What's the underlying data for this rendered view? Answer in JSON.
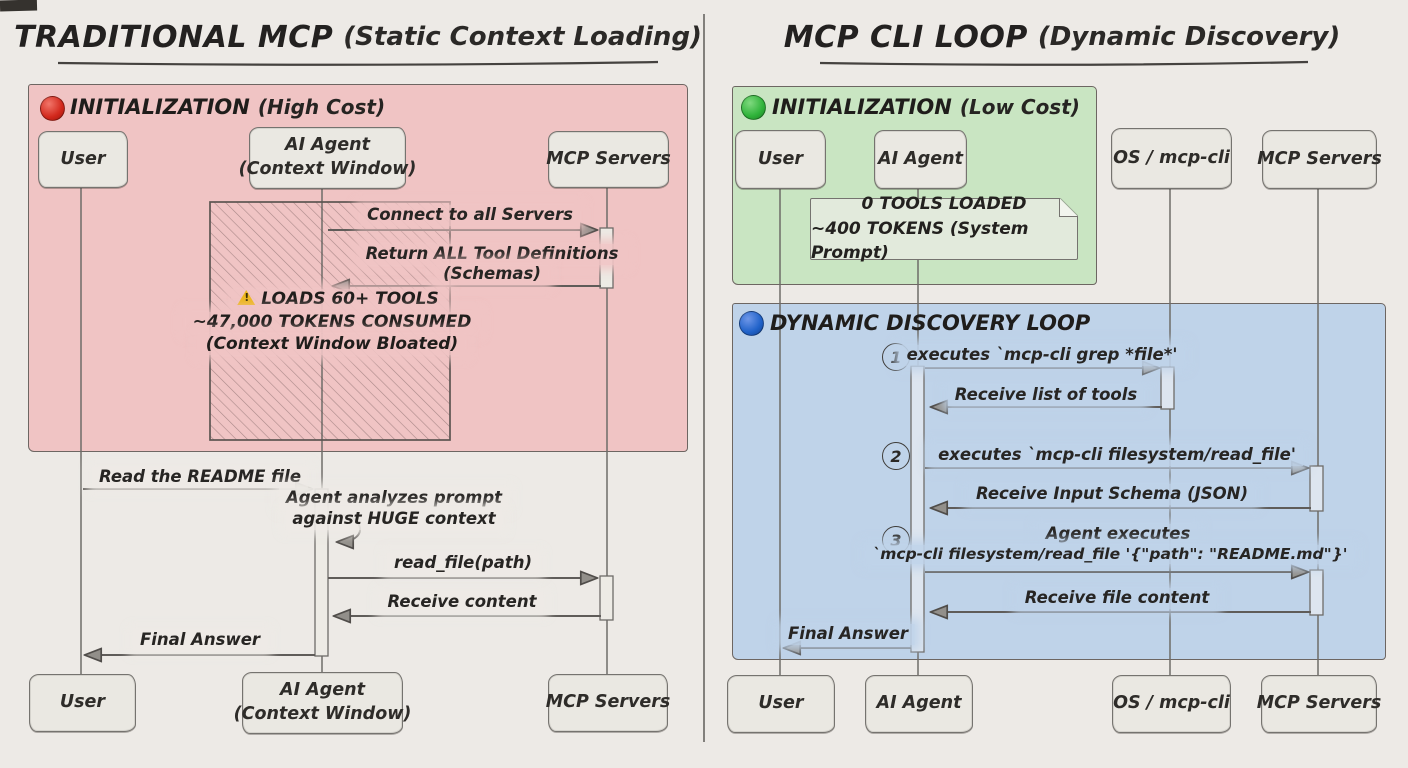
{
  "colors": {
    "page_bg": "#edeae6",
    "pink_region": "#f0c4c4",
    "green_region": "#c9e5c2",
    "blue_region": "#bfd3e9",
    "red_status": "#d2281c",
    "green_status": "#2fb33a",
    "blue_status": "#2062c9",
    "warning_yellow": "#edb71e",
    "ink": "#3c3a37"
  },
  "left": {
    "title": "TRADITIONAL MCP",
    "subtitle": "(Static Context Loading)",
    "init": {
      "label": "INITIALIZATION",
      "cost": "(High Cost)",
      "status_icon": "red-circle-icon"
    },
    "actors": {
      "user": "User",
      "agent_l1": "AI Agent",
      "agent_l2": "(Context Window)",
      "servers": "MCP Servers"
    },
    "messages": {
      "connect": "Connect to all Servers",
      "return_l1": "Return ALL Tool Definitions",
      "return_l2": "(Schemas)",
      "warn_icon": "warning-triangle-icon",
      "warn_l1": "LOADS 60+ TOOLS",
      "warn_l2": "~47,000 TOKENS CONSUMED",
      "warn_l3": "(Context Window Bloated)",
      "read_readme": "Read the README file",
      "analyze_l1": "Agent analyzes prompt",
      "analyze_l2": "against HUGE context",
      "read_file": "read_file(path)",
      "receive_content": "Receive content",
      "final_answer": "Final Answer"
    }
  },
  "right": {
    "title": "MCP CLI LOOP",
    "subtitle": "(Dynamic Discovery)",
    "init": {
      "label": "INITIALIZATION",
      "cost": "(Low Cost)",
      "status_icon": "green-circle-icon"
    },
    "loop": {
      "label": "DYNAMIC DISCOVERY LOOP",
      "status_icon": "blue-circle-icon"
    },
    "actors": {
      "user": "User",
      "agent": "AI Agent",
      "os": "OS / mcp-cli",
      "servers": "MCP Servers"
    },
    "note": {
      "l1": "0 TOOLS LOADED",
      "l2": "~400 TOKENS (System Prompt)"
    },
    "steps": [
      {
        "num": "1",
        "request": "executes `mcp-cli grep *file*'",
        "response": "Receive list of tools"
      },
      {
        "num": "2",
        "request": "executes `mcp-cli filesystem/read_file'",
        "response": "Receive Input Schema (JSON)"
      },
      {
        "num": "3",
        "request_l1": "Agent executes",
        "request_l2": "`mcp-cli filesystem/read_file '{\"path\": \"README.md\"}'",
        "response": "Receive file content"
      }
    ],
    "final_answer": "Final Answer"
  }
}
